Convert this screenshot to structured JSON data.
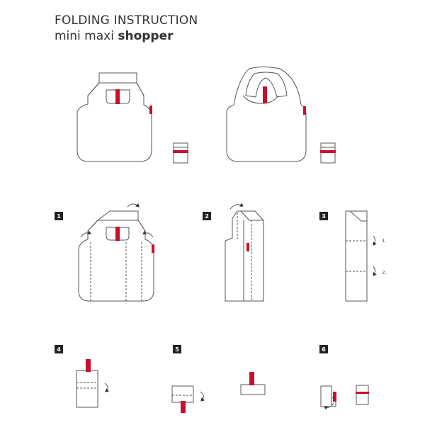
{
  "header": {
    "title": "FOLDING INSTRUCTION",
    "subtitle_plain": "mini maxi",
    "subtitle_bold": "shopper"
  },
  "steps": [
    {
      "number": "1"
    },
    {
      "number": "2"
    },
    {
      "number": "3",
      "notes": [
        "1.",
        "2."
      ]
    },
    {
      "number": "4"
    },
    {
      "number": "5"
    },
    {
      "number": "6"
    }
  ],
  "colors": {
    "accent": "#c8102e",
    "outline": "#555555",
    "badge": "#222222"
  }
}
